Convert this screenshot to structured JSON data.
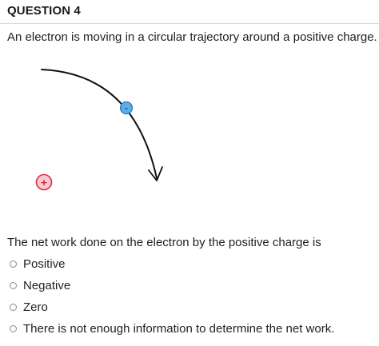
{
  "question": {
    "title": "QUESTION 4",
    "text": "An electron is moving in a circular trajectory around a positive charge.",
    "prompt": "The net work done on the electron by the positive charge is"
  },
  "diagram": {
    "electron_symbol": "-",
    "proton_symbol": "+",
    "electron_color": "#5aaee8",
    "proton_color": "#e8394c",
    "trajectory_color": "#111111"
  },
  "options": [
    {
      "label": "Positive",
      "selected": false
    },
    {
      "label": "Negative",
      "selected": false
    },
    {
      "label": "Zero",
      "selected": false
    },
    {
      "label": "There is not enough information to determine the net work.",
      "selected": false
    }
  ]
}
